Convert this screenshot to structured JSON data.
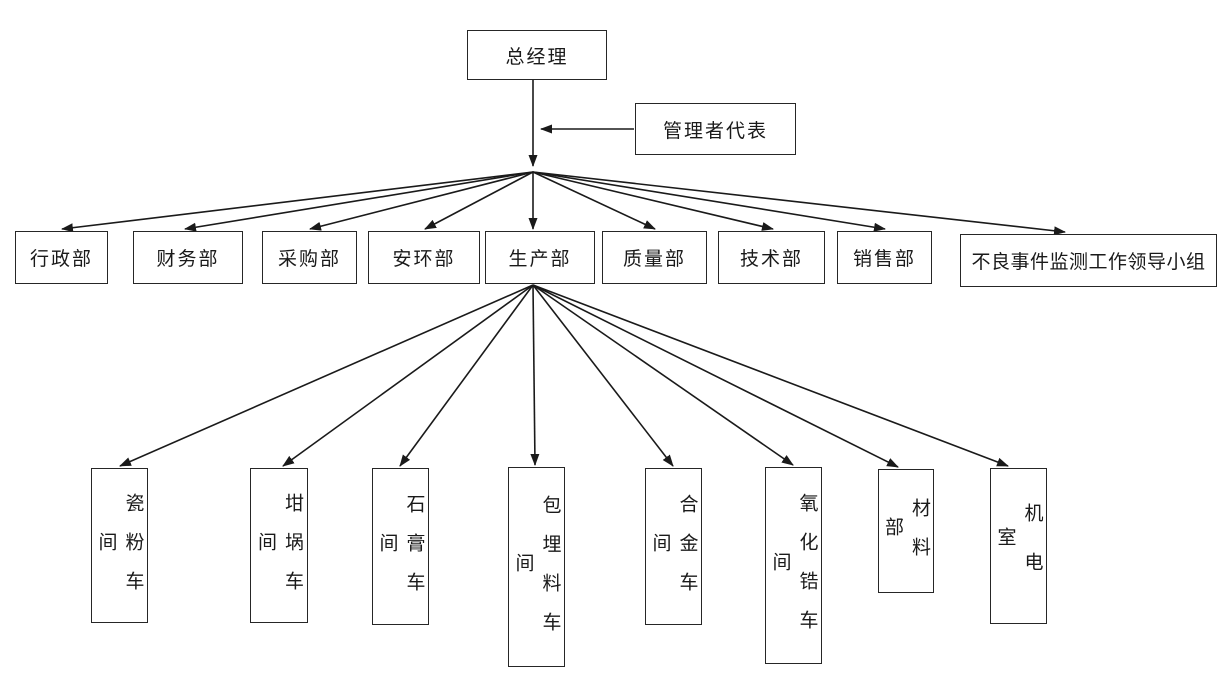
{
  "diagram": {
    "root": {
      "label": "总经理"
    },
    "staff": {
      "label": "管理者代表"
    },
    "level2": [
      {
        "label": "行政部"
      },
      {
        "label": "财务部"
      },
      {
        "label": "采购部"
      },
      {
        "label": "安环部"
      },
      {
        "label": "生产部"
      },
      {
        "label": "质量部"
      },
      {
        "label": "技术部"
      },
      {
        "label": "销售部"
      },
      {
        "label": "不良事件监测工作领导小组"
      }
    ],
    "level3_parent": "生产部",
    "level3": [
      {
        "label": "瓷粉车间"
      },
      {
        "label": "坩埚车间"
      },
      {
        "label": "石膏车间"
      },
      {
        "label": "包埋料车间"
      },
      {
        "label": "合金车间"
      },
      {
        "label": "氧化锆车间"
      },
      {
        "label": "材料部"
      },
      {
        "label": "机电室"
      }
    ],
    "colors": {
      "line": "#1a1a1a",
      "box_border": "#262626",
      "text": "#1a1a1a",
      "background": "#ffffff"
    }
  }
}
